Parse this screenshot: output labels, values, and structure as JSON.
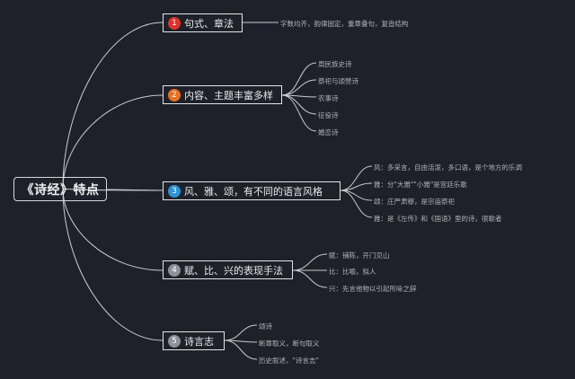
{
  "root": {
    "label": "《诗经》特点"
  },
  "branches": [
    {
      "num": "1",
      "label": "句式、章法",
      "color": "#e0302a",
      "leaves": [
        "字数均齐，韵律固定，重章叠句，复沓结构"
      ]
    },
    {
      "num": "2",
      "label": "内容、主题丰富多样",
      "color": "#ea6f1e",
      "leaves": [
        "周民族史诗",
        "祭祀与颂赞诗",
        "农事诗",
        "征役诗",
        "婚恋诗"
      ]
    },
    {
      "num": "3",
      "label": "风、雅、颂，有不同的语言风格",
      "color": "#2b93d6",
      "leaves": [
        "风：多采言，自由活泼，多口语，是个地方的乐调",
        "雅：分\"大雅\"\"小雅\"是宫廷乐歌",
        "颂：庄严肃穆，是宗庙祭祀",
        "雅：是《左传》和《国语》里的诗，很歌者"
      ]
    },
    {
      "num": "4",
      "label": "赋、比、兴的表现手法",
      "color": "#8c9099",
      "leaves": [
        "赋：铺陈，开门见山",
        "比：比喻，拟人",
        "兴：先言他物以引起所咏之辞"
      ]
    },
    {
      "num": "5",
      "label": "诗言志",
      "color": "#8c9099",
      "leaves": [
        "颂诗",
        "断章取义，断句取义",
        "历史叙述，\"诗言志\""
      ]
    }
  ]
}
